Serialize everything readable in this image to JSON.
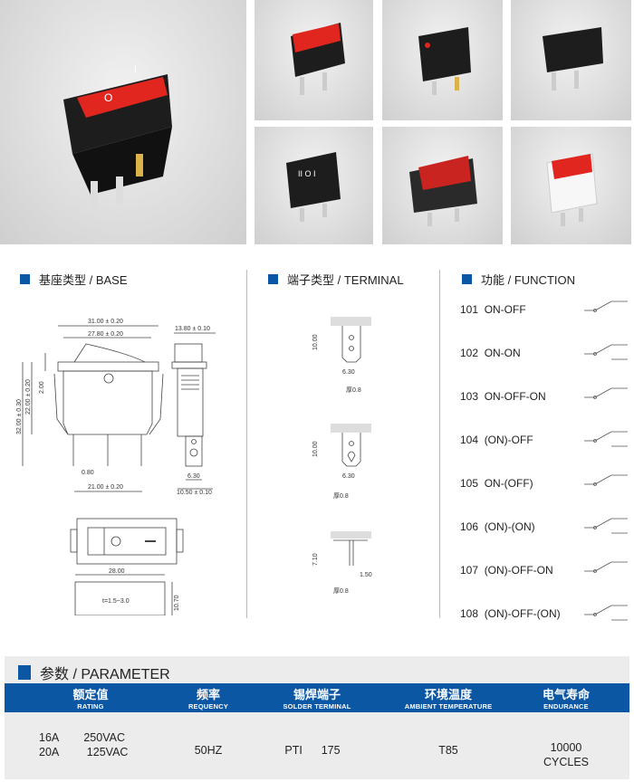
{
  "photos": [
    "main-switch",
    "red-rocker",
    "red-dot",
    "black-switch",
    "black-markings",
    "waterproof-red",
    "white-red"
  ],
  "base": {
    "title": "基座类型 / BASE",
    "dims": {
      "w31": "31.00 ± 0.20",
      "w27": "27.80 ± 0.20",
      "h32": "32.00 ± 0.30",
      "h22": "22.00 ± 0.20",
      "h2": "2.00",
      "p080": "0.80",
      "w21": "21.00 ± 0.20",
      "s1380": "13.80 ± 0.10",
      "s630": "6.30",
      "s1050": "10.50 ± 0.10",
      "cut28": "28.00",
      "cut107": "10.70",
      "thick": "t=1.5~3.0"
    }
  },
  "terminal": {
    "title": "端子类型 / TERMINAL",
    "items": [
      {
        "h": "10.00",
        "w": "6.30",
        "t": "厚0.8"
      },
      {
        "h": "10.00",
        "w": "6.30",
        "t": "厚0.8"
      },
      {
        "h": "7.10",
        "w": "1.50",
        "t": "厚0.8"
      }
    ]
  },
  "function": {
    "title": "功能 / FUNCTION",
    "items": [
      "101  ON-OFF",
      "102  ON-ON",
      "103  ON-OFF-ON",
      "104  (ON)-OFF",
      "105  ON-(OFF)",
      "106  (ON)-(ON)",
      "107  (ON)-OFF-ON",
      "108  (ON)-OFF-(ON)"
    ]
  },
  "parameter": {
    "title": "参数 / PARAMETER",
    "headers": [
      {
        "cn": "额定值",
        "en": "RATING"
      },
      {
        "cn": "频率",
        "en": "REQUENCY"
      },
      {
        "cn": "锡焊端子",
        "en": "SOLDER TERMINAL"
      },
      {
        "cn": "环境温度",
        "en": "AMBIENT TEMPERATURE"
      },
      {
        "cn": "电气寿命",
        "en": "ENDURANCE"
      }
    ],
    "rating": [
      "16A        250VAC",
      "20A         125VAC"
    ],
    "frequency": "50HZ",
    "solder": "PTI      175",
    "temperature": "T85",
    "endurance": [
      "10000",
      "CYCLES"
    ]
  },
  "colors": {
    "accent": "#0b57a4",
    "red": "#d8221c"
  }
}
